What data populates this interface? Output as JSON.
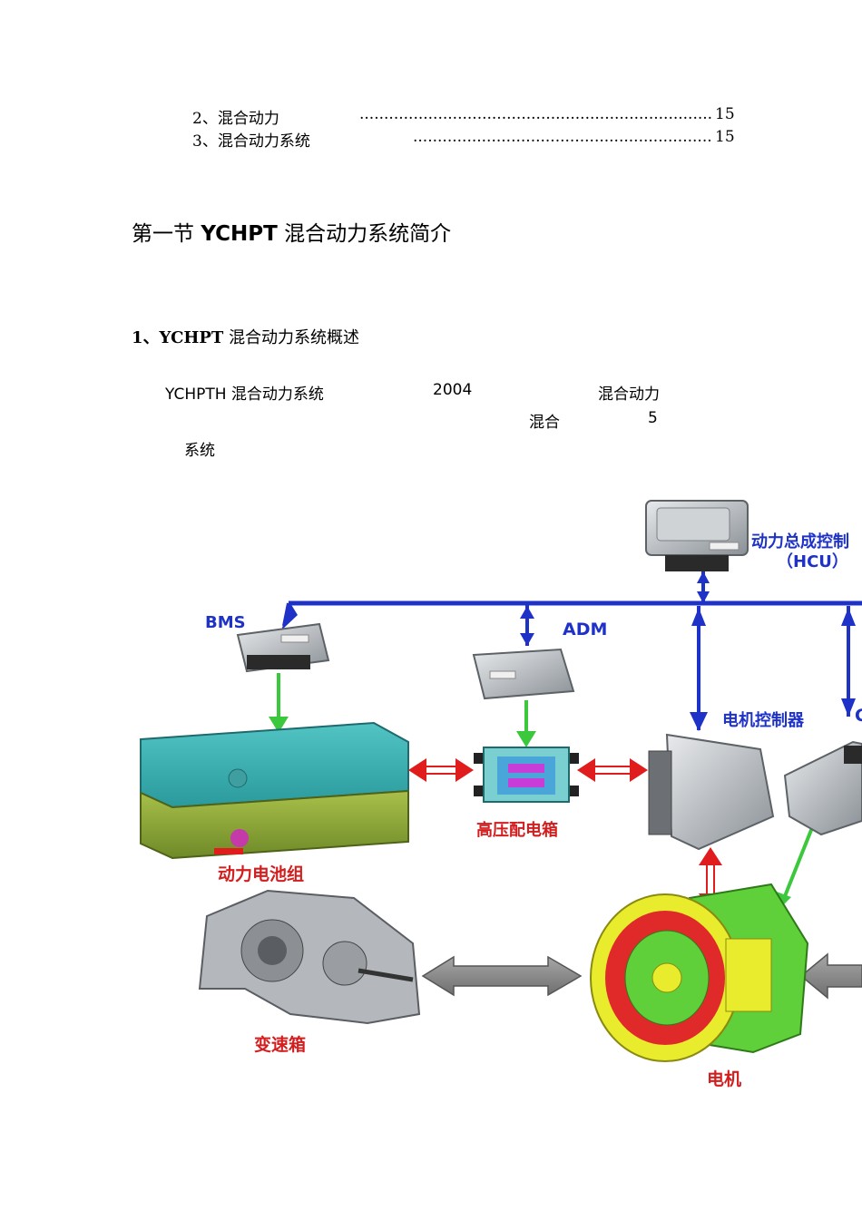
{
  "toc": [
    {
      "label": "2、混合动力",
      "dots": "...........................................................................",
      "page": "15"
    },
    {
      "label": "3、混合动力系统",
      "dots": "...............................................................",
      "page": "15"
    }
  ],
  "section_title_prefix": "第一节",
  "section_title_bold": "YCHPT",
  "section_title_suffix": "混合动力系统简介",
  "subsection": {
    "num": "1、",
    "bold": "YCHPT",
    "text": "混合动力系统概述"
  },
  "paragraph": {
    "p1": "YCHPTH 混合动力系统",
    "p2": "2004",
    "p3": "混合动力",
    "p4": "混合",
    "p5": "5",
    "p6": "系统"
  },
  "diagram": {
    "hcu_label": "动力总成控制",
    "hcu_abbr": "（HCU）",
    "bms_label": "BMS",
    "adm_label": "ADM",
    "motor_ctrl_label": "电机控制器",
    "c_label": "C",
    "hv_box_label": "高压配电箱",
    "battery_label": "动力电池组",
    "gearbox_label": "变速箱",
    "motor_label": "电机",
    "colors": {
      "bus": "#1e32c8",
      "signal": "#3cc83c",
      "power": "#e01c1c",
      "mech": "#8c8c8c"
    }
  }
}
